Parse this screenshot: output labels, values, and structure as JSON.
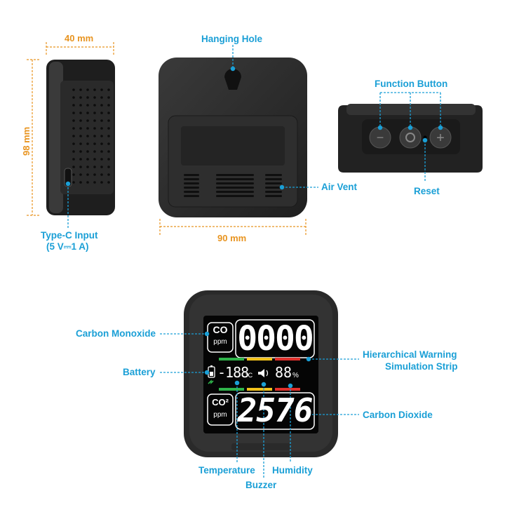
{
  "colors": {
    "accent": "#1a9fd6",
    "dimension": "#e89420",
    "device_body": "#2b2b2b",
    "warning_green": "#2fb34a",
    "warning_yellow": "#f2c21b",
    "warning_red": "#e0302b"
  },
  "dimensions": {
    "width_side": "40 mm",
    "height": "98 mm",
    "width_back": "90 mm"
  },
  "back_view": {
    "hanging_hole": "Hanging Hole",
    "air_vent": "Air Vent"
  },
  "side_view": {
    "typec_line1": "Type-C Input",
    "typec_line2": "(5 V⎓1 A)"
  },
  "top_view": {
    "function_button": "Function Button",
    "reset": "Reset"
  },
  "front_view": {
    "carbon_monoxide": "Carbon Monoxide",
    "battery": "Battery",
    "warning_strip_line1": "Hierarchical Warning",
    "warning_strip_line2": "Simulation Strip",
    "carbon_dioxide": "Carbon Dioxide",
    "temperature": "Temperature",
    "buzzer": "Buzzer",
    "humidity": "Humidity"
  },
  "display": {
    "co_unit_top": "CO",
    "co_unit_bottom": "ppm",
    "co_value": "0000",
    "temp_value": "-188",
    "temp_unit": "°C",
    "humidity_value": "88",
    "humidity_unit": "%",
    "co2_unit_top": "CO²",
    "co2_unit_bottom": "ppm",
    "co2_value": "2576"
  }
}
